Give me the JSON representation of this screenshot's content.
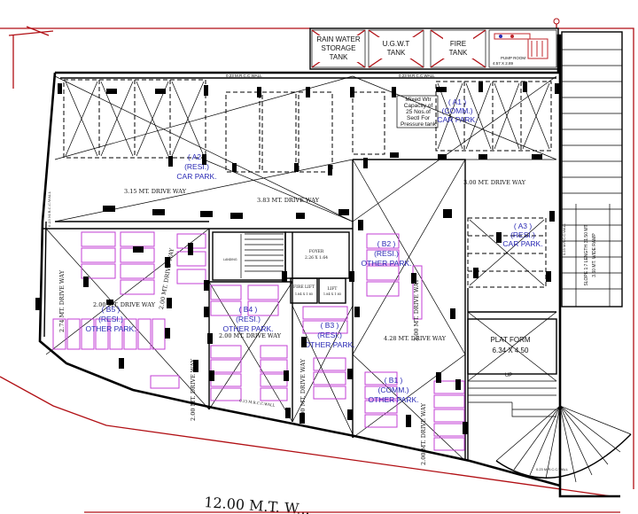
{
  "tanks": {
    "rain_water_1": "RAIN WATER",
    "rain_water_2": "STORAGE",
    "rain_water_3": "TANK",
    "ugwt_1": "U.G.W.T",
    "ugwt_2": "TANK",
    "fire_1": "FIRE",
    "fire_2": "TANK"
  },
  "pump_room": {
    "label": "PUMP ROOM",
    "size": "4.57 X 2.89"
  },
  "walls": {
    "top_left": "0.23 M.R.C.C.WALL",
    "top_right": "0.23 M.R.C.C.WALL",
    "left": "0.23 M.R.C.C.WALL",
    "center": "0.23 M.R.C.C.WALL",
    "bottom_left": "0.23 M.R.C.C.WALL",
    "bottom_right": "0.23 M.R.C.C.WALL",
    "right": "0.23 M.R.C.C.WALL"
  },
  "zones": {
    "a1": [
      "( A1 )",
      "(COMM.)",
      "CAR PARK."
    ],
    "a2": [
      "( A2 )",
      "(RESI.)",
      "CAR PARK."
    ],
    "a3": [
      "( A3 )",
      "(RESI.)",
      "CAR PARK."
    ],
    "b1": [
      "( B1 )",
      "(COMM.)",
      "OTHER PARK."
    ],
    "b2": [
      "( B2 )",
      "(RESI.)",
      "OTHER PARK."
    ],
    "b3": [
      "( B3 )",
      "(RESI.)",
      "OTHER PARK."
    ],
    "b4": [
      "( B4 )",
      "(RESI.)",
      "OTHER PARK."
    ],
    "b5": [
      "( B5 )",
      "(RESI.)",
      "OTHER PARK."
    ]
  },
  "tank_note": [
    "Mixed Wtr",
    "Capacity of",
    "25 Nos.of",
    "Sectl For",
    "Pressure tank"
  ],
  "drive_ways": {
    "dw_315": "3.15 MT. DRIVE WAY",
    "dw_383": "3.83 MT. DRIVE WAY",
    "dw_300_top": "3.00 MT. DRIVE WAY",
    "dw_200_left": "2.00 MT. DRIVE WAY",
    "dw_200_b4": "2.00 MT. DRIVE WAY",
    "dw_274": "2.74 MT. DRIVE WAY",
    "dw_200_v1": "2.00 MT. DRIVE WAY",
    "dw_200_v2": "2.00 MT. DRIVE WAY",
    "dw_300_v": "3.00 MT. DRIVE WAY",
    "dw_428": "4.28 MT. DRIVE WAY",
    "dw_200_v3": "2.00 MT. DRIVE WAY",
    "dw_200_v4": "2.00 MT. DRIVE WAY"
  },
  "core": {
    "foyer": "FOYER",
    "foyer_size": "2.26 X 1.64",
    "landing": "LANDING",
    "fire_lift": "FIRE LIFT",
    "fire_lift_size": "1.84 X 1.85",
    "lift": "LIFT",
    "lift_size": "1.84 X 1.85"
  },
  "platform": {
    "title": "PLAT FORM",
    "size": "6.34 X 4.50"
  },
  "up_label": "UP",
  "ramp": {
    "line1": "SLOPE 1:7 LENGTH 31.50 MT",
    "line2": "3.60 MT. WIDE RAMP"
  },
  "road": "12.00 M.T. W..."
}
